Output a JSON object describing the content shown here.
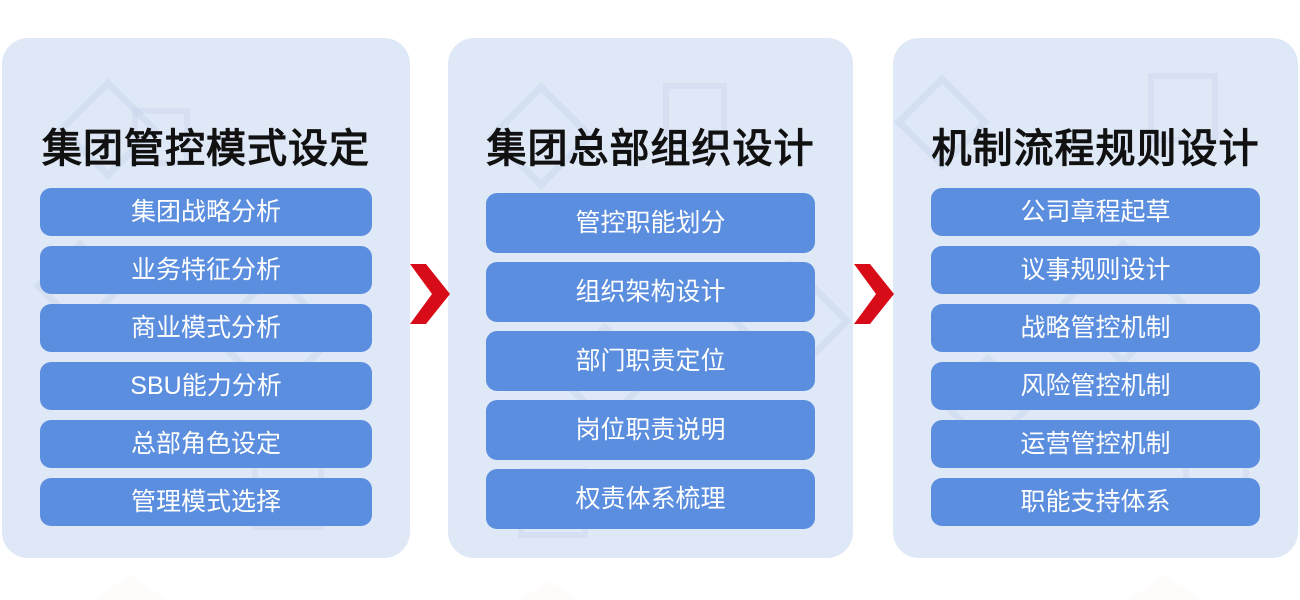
{
  "page": {
    "background_color": "#ffffff",
    "panel_color": "#dfe8f6",
    "step_color": "#5b8ede",
    "arrow_color": "#d80c18",
    "title_color": "#111111",
    "step_text_color": "#ffffff"
  },
  "flow": {
    "arrow_icon_name": "chevron-right-arrow",
    "stages": [
      {
        "title": "集团管控模式设定",
        "steps": [
          "集团战略分析",
          "业务特征分析",
          "商业模式分析",
          "SBU能力分析",
          "总部角色设定",
          "管理模式选择"
        ]
      },
      {
        "title": "集团总部组织设计",
        "steps": [
          "管控职能划分",
          "组织架构设计",
          "部门职责定位",
          "岗位职责说明",
          "权责体系梳理"
        ]
      },
      {
        "title": "机制流程规则设计",
        "steps": [
          "公司章程起草",
          "议事规则设计",
          "战略管控机制",
          "风险管控机制",
          "运营管控机制",
          "职能支持体系"
        ]
      }
    ]
  }
}
